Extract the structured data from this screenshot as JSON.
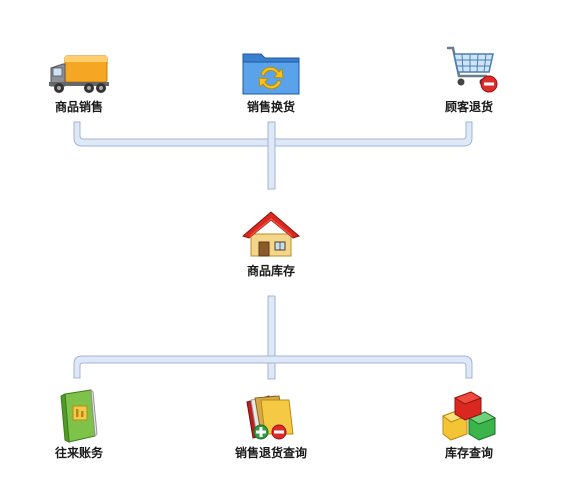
{
  "top_row": {
    "sales": {
      "label": "商品销售",
      "icon": "truck-icon"
    },
    "exchange": {
      "label": "销售换货",
      "icon": "exchange-folder-icon"
    },
    "returns": {
      "label": "顾客退货",
      "icon": "cart-remove-icon"
    }
  },
  "center": {
    "inventory": {
      "label": "商品库存",
      "icon": "house-icon"
    }
  },
  "bottom_row": {
    "accounts": {
      "label": "往来账务",
      "icon": "ledger-book-icon"
    },
    "return_query": {
      "label": "销售退货查询",
      "icon": "folders-add-remove-icon"
    },
    "stock_query": {
      "label": "库存查询",
      "icon": "boxes-icon"
    }
  },
  "colors": {
    "connector_fill": "#dfe8f7",
    "connector_stroke": "#9fb4d6"
  }
}
